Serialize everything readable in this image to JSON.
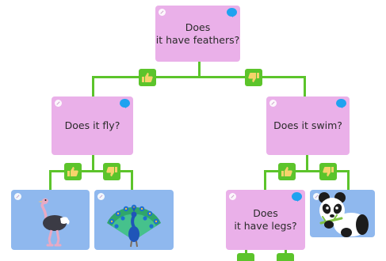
{
  "nodes": {
    "root": {
      "text": "Does\nit have feathers?"
    },
    "fly": {
      "text": "Does it fly?"
    },
    "swim": {
      "text": "Does it swim?"
    },
    "legs": {
      "text": "Does\nit have legs?"
    }
  },
  "animals": [
    "ostrich",
    "peacock",
    "panda"
  ],
  "icons": [
    "thumbs-up-icon",
    "thumbs-down-icon",
    "edit-dot-icon",
    "comment-bubble-icon"
  ],
  "colors": {
    "question_node": "#eab0e9",
    "image_node": "#8fb8ee",
    "connector": "#5cc42b",
    "bubble": "#1fa2f0"
  }
}
